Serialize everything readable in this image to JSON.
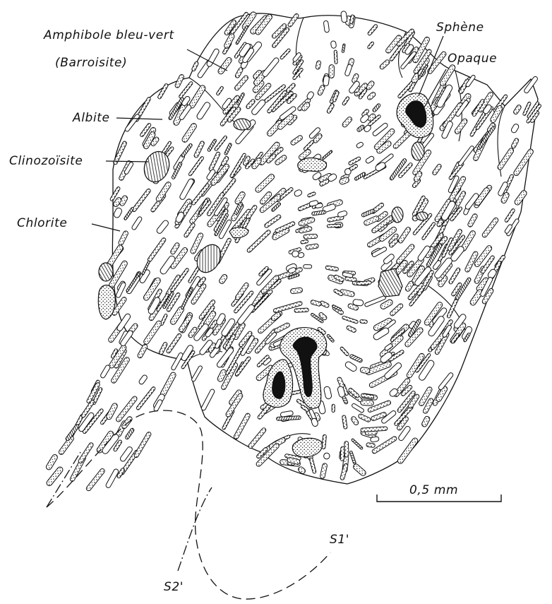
{
  "labels": {
    "amphibole": "Amphibole bleu-vert",
    "barroisite": "(Barroisite)",
    "albite": "Albite",
    "clinozoisite": "Clinozoïsite",
    "chlorite": "Chlorite",
    "sphene": "Sphène",
    "opaque": "Opaque",
    "s1": "S1'",
    "s2": "S2'"
  },
  "scale_bar": {
    "label": "0,5 mm"
  },
  "colors": {
    "ink": "#111111",
    "background": "#ffffff"
  }
}
